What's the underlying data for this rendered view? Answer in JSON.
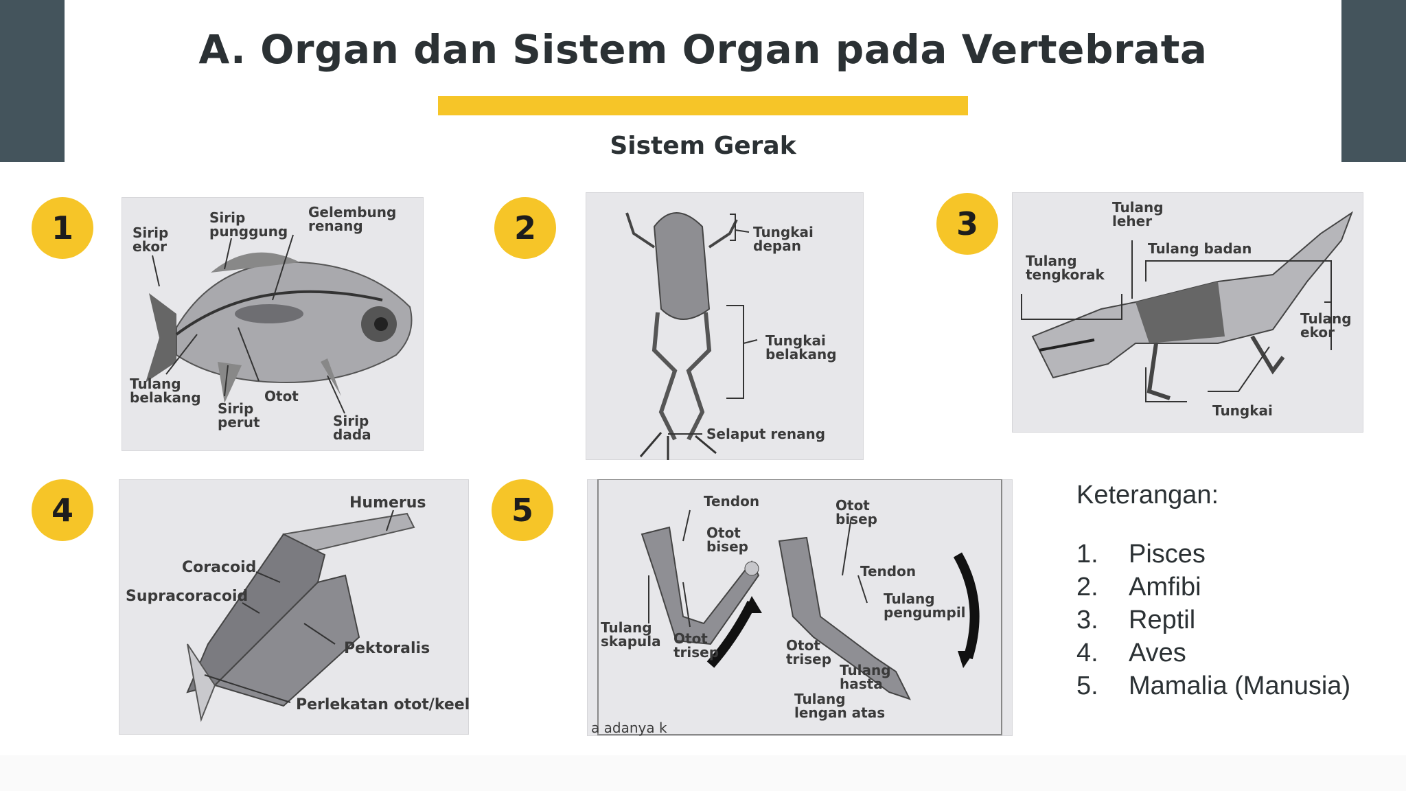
{
  "slide": {
    "title": "A. Organ dan Sistem Organ pada Vertebrata",
    "subtitle": "Sistem Gerak",
    "colors": {
      "side_bar": "#44545c",
      "accent": "#f6c528",
      "text": "#2b3134"
    }
  },
  "badges": [
    "1",
    "2",
    "3",
    "4",
    "5"
  ],
  "figures": {
    "fish": {
      "labels": {
        "sirip_ekor": [
          "Sirip",
          "ekor"
        ],
        "sirip_punggung": [
          "Sirip",
          "punggung"
        ],
        "gelembung_renang": [
          "Gelembung",
          "renang"
        ],
        "tulang_belakang": [
          "Tulang",
          "belakang"
        ],
        "sirip_perut": [
          "Sirip",
          "perut"
        ],
        "otot": "Otot",
        "sirip_dada": [
          "Sirip",
          "dada"
        ]
      }
    },
    "frog": {
      "labels": {
        "tungkai_depan": [
          "Tungkai",
          "depan"
        ],
        "tungkai_belakang": [
          "Tungkai",
          "belakang"
        ],
        "selaput_renang": "Selaput renang"
      }
    },
    "reptile": {
      "labels": {
        "tulang_leher": [
          "Tulang",
          "leher"
        ],
        "tulang_tengkorak": [
          "Tulang",
          "tengkorak"
        ],
        "tulang_badan": "Tulang badan",
        "tulang_ekor": [
          "Tulang",
          "ekor"
        ],
        "tungkai": "Tungkai"
      }
    },
    "bird": {
      "labels": {
        "humerus": "Humerus",
        "coracoid": "Coracoid",
        "supracoracoid": "Supracoracoid",
        "pektoralis": "Pektoralis",
        "perlekatan": "Perlekatan otot/keel"
      }
    },
    "human": {
      "labels": {
        "tendon_left": "Tendon",
        "otot_bisep_left": [
          "Otot",
          "bisep"
        ],
        "tulang_skapula": [
          "Tulang",
          "skapula"
        ],
        "otot_trisep_left": [
          "Otot",
          "trisep"
        ],
        "otot_bisep_right": [
          "Otot",
          "bisep"
        ],
        "tendon_right": "Tendon",
        "tulang_pengumpil": [
          "Tulang",
          "pengumpil"
        ],
        "otot_trisep_right": [
          "Otot",
          "trisep"
        ],
        "tulang_hasta": [
          "Tulang",
          "hasta"
        ],
        "tulang_lengan_atas": [
          "Tulang",
          "lengan atas"
        ],
        "caption_fragment": "a adanya k"
      }
    }
  },
  "legend": {
    "title": "Keterangan:",
    "items": [
      {
        "num": "1.",
        "text": "Pisces"
      },
      {
        "num": "2.",
        "text": "Amfibi"
      },
      {
        "num": "3.",
        "text": "Reptil"
      },
      {
        "num": "4.",
        "text": "Aves"
      },
      {
        "num": "5.",
        "text": "Mamalia (Manusia)"
      }
    ]
  }
}
